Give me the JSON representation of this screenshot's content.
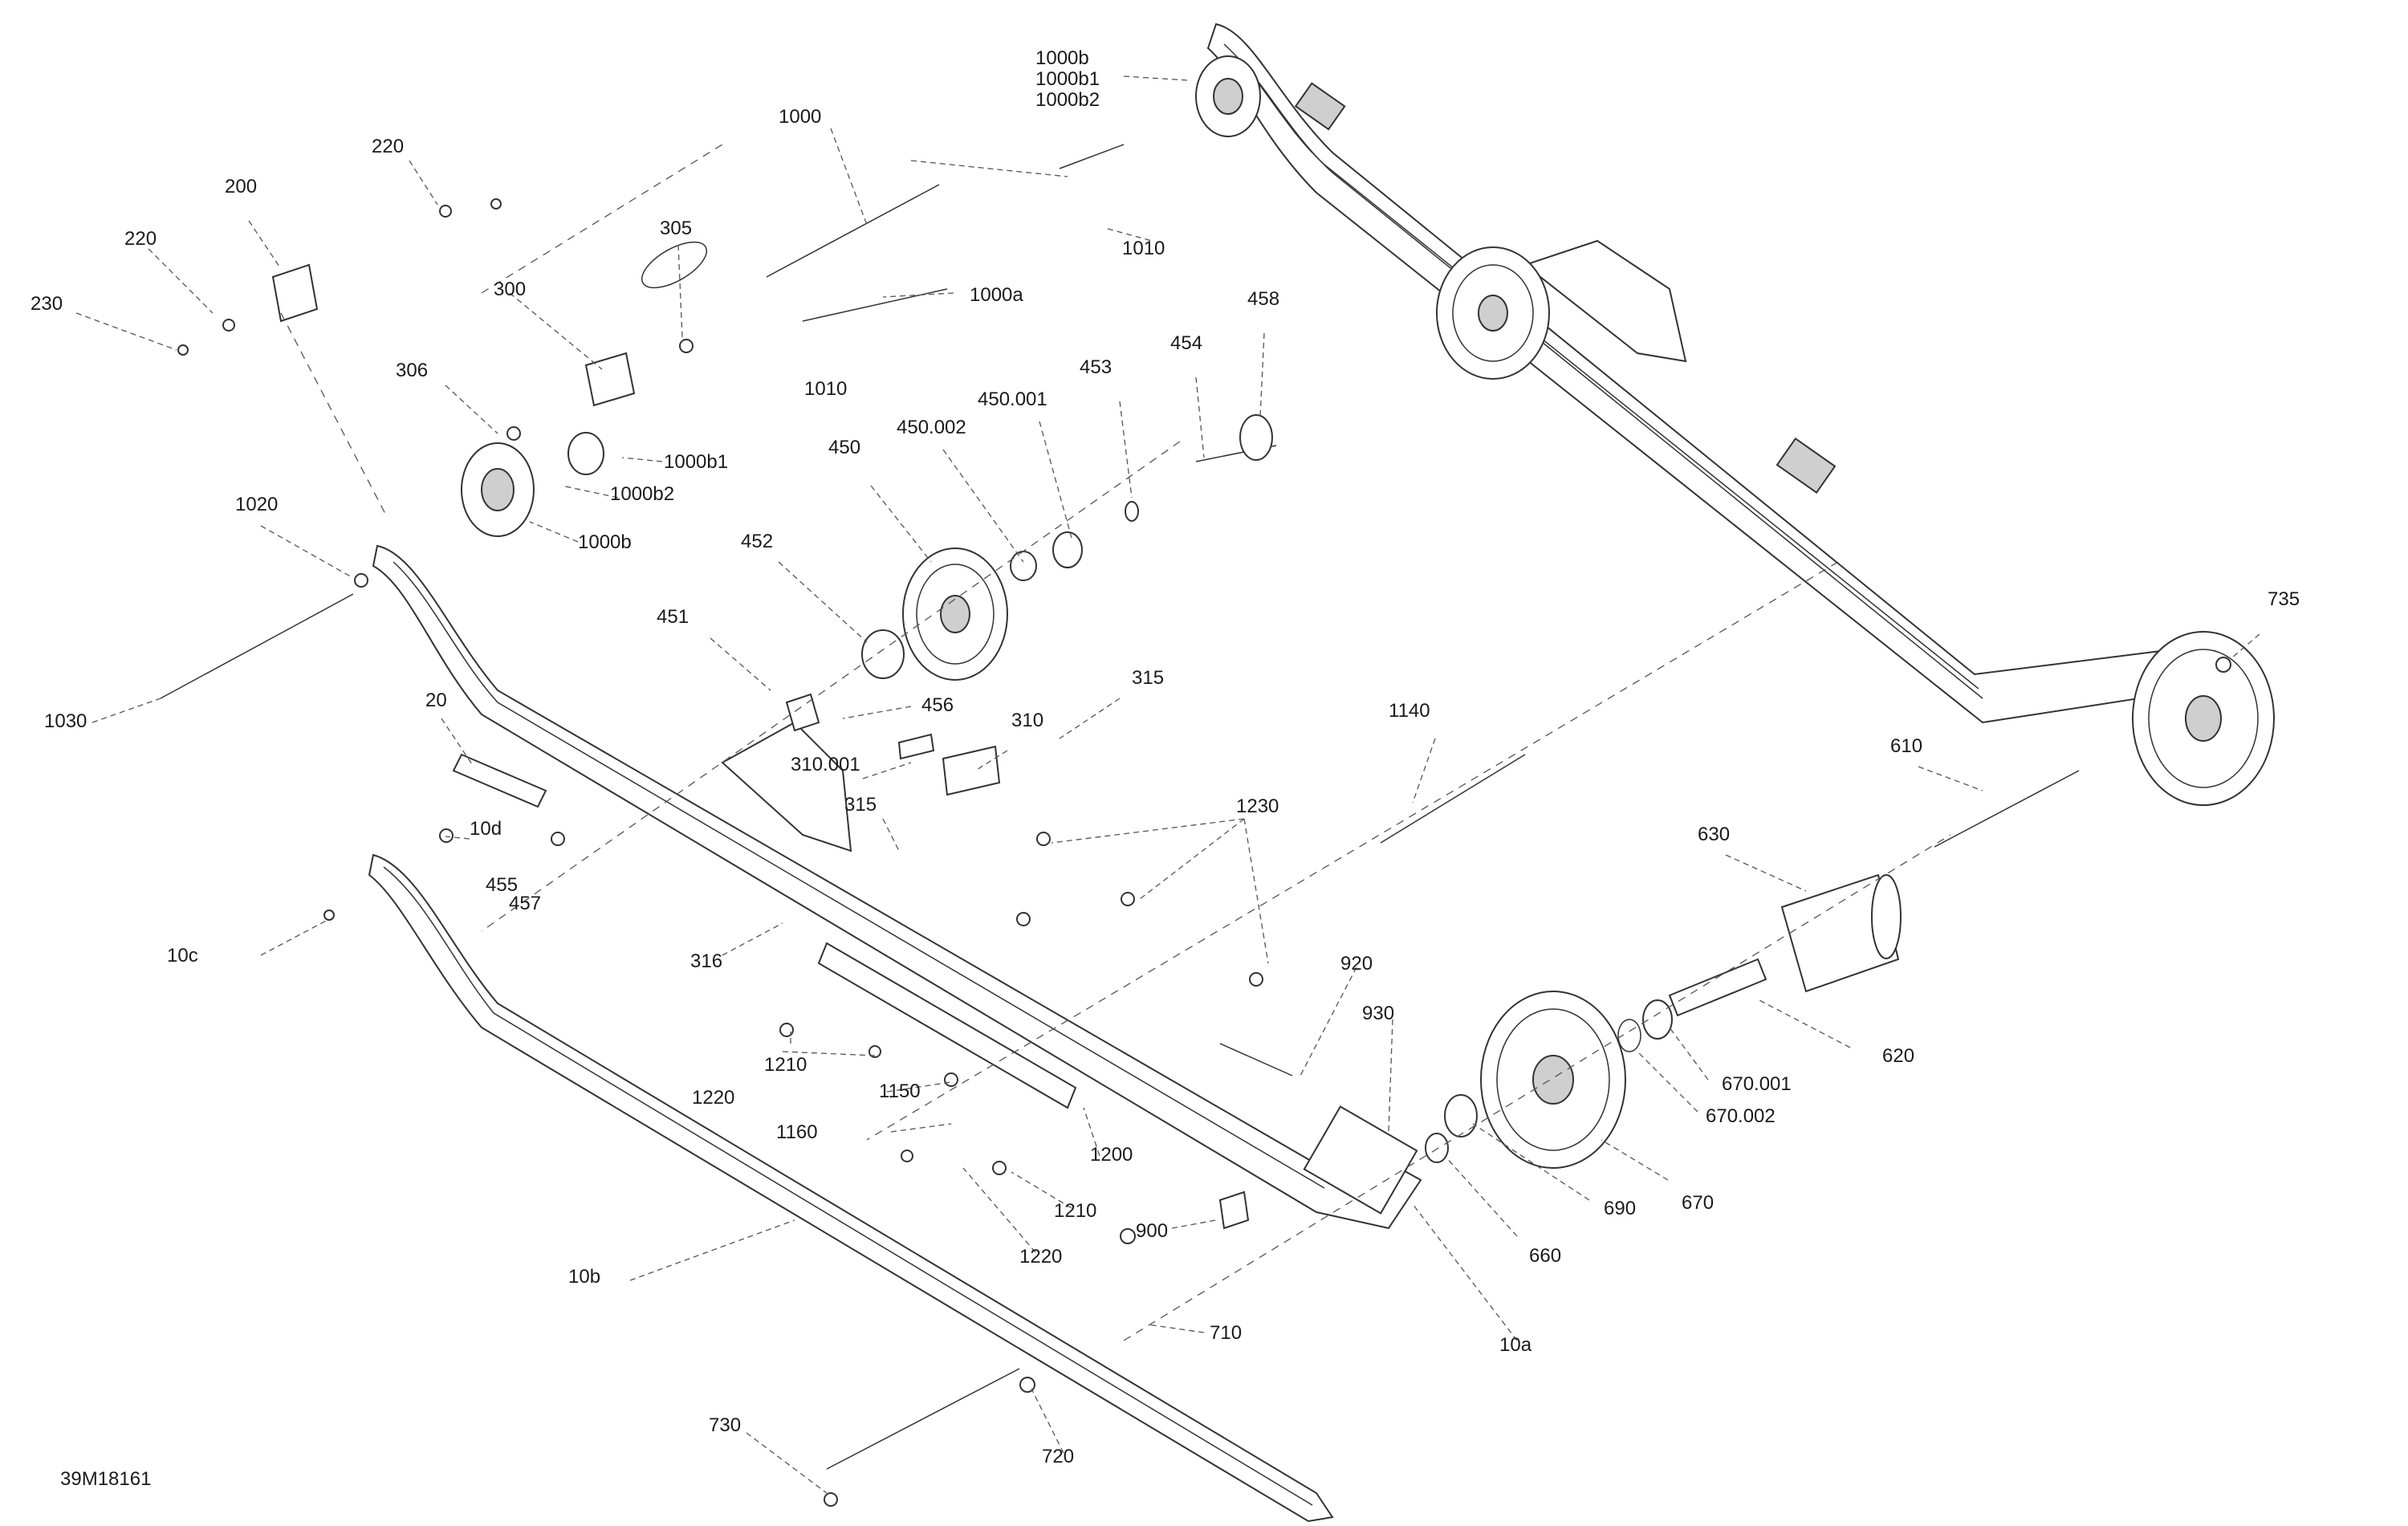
{
  "drawing_id": "39M18161",
  "callouts": {
    "c_1000b_top": "1000b",
    "c_1000b1_top": "1000b1",
    "c_1000b2_top": "1000b2",
    "c_1000": "1000",
    "c_1010_a": "1010",
    "c_1010_b": "1010",
    "c_1000a": "1000a",
    "c_220_a": "220",
    "c_220_b": "220",
    "c_200": "200",
    "c_230": "230",
    "c_305": "305",
    "c_300": "300",
    "c_306": "306",
    "c_1000b1": "1000b1",
    "c_1000b2": "1000b2",
    "c_1000b": "1000b",
    "c_1020": "1020",
    "c_1030": "1030",
    "c_458": "458",
    "c_454": "454",
    "c_453": "453",
    "c_450_001": "450.001",
    "c_450_002": "450.002",
    "c_450": "450",
    "c_452": "452",
    "c_451": "451",
    "c_456": "456",
    "c_315_a": "315",
    "c_310": "310",
    "c_310_001": "310.001",
    "c_315_b": "315",
    "c_20": "20",
    "c_10d": "10d",
    "c_455": "455",
    "c_457": "457",
    "c_10c": "10c",
    "c_316": "316",
    "c_1230": "1230",
    "c_1140": "1140",
    "c_735": "735",
    "c_610": "610",
    "c_630": "630",
    "c_920": "920",
    "c_930": "930",
    "c_620": "620",
    "c_670_001": "670.001",
    "c_670_002": "670.002",
    "c_670": "670",
    "c_690": "690",
    "c_660": "660",
    "c_1210_a": "1210",
    "c_1220_a": "1220",
    "c_1150": "1150",
    "c_1160": "1160",
    "c_1200": "1200",
    "c_1210_b": "1210",
    "c_1220_b": "1220",
    "c_900": "900",
    "c_710": "710",
    "c_10a": "10a",
    "c_10b": "10b",
    "c_730": "730",
    "c_720": "720"
  }
}
